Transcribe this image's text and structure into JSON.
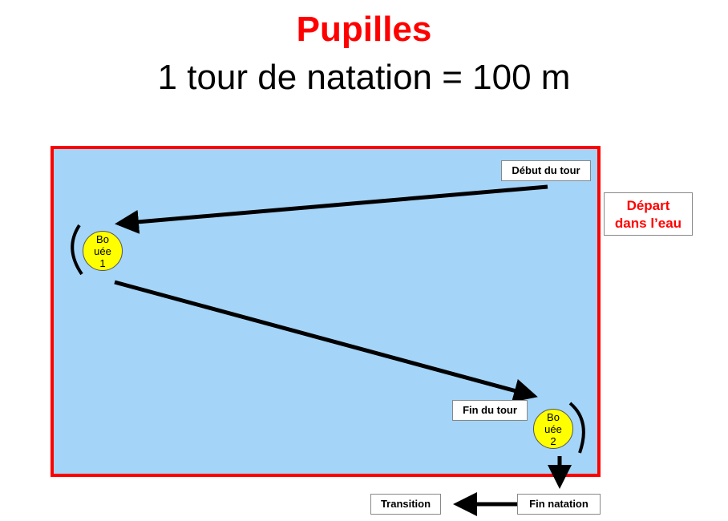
{
  "title": "Pupilles",
  "subtitle": "1 tour de natation = 100 m",
  "labels": {
    "start": "Début du tour",
    "end": "Fin du tour",
    "finish": "Fin natation",
    "transition": "Transition",
    "depart1": "Départ",
    "depart2": "dans l’eau"
  },
  "buoys": [
    {
      "l1": "Bo",
      "l2": "uée",
      "l3": "1"
    },
    {
      "l1": "Bo",
      "l2": "uée",
      "l3": "2"
    }
  ],
  "colors": {
    "water": "#a4d4f8",
    "border": "#ff0000",
    "buoy": "#ffff00"
  }
}
